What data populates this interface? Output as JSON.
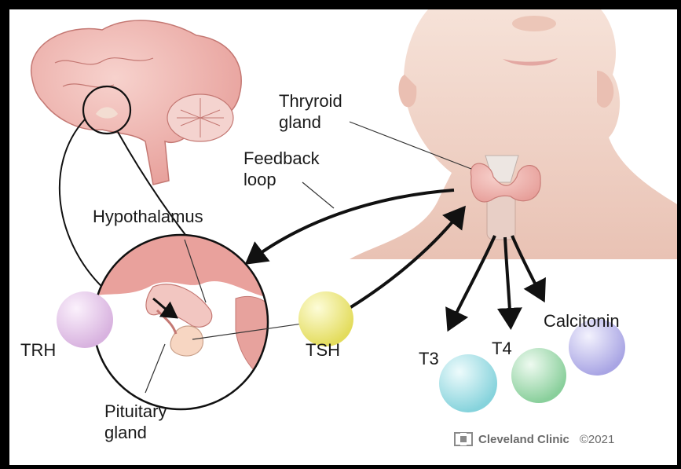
{
  "labels": {
    "thyroid": [
      "Thryroid",
      "gland"
    ],
    "feedback": [
      "Feedback",
      "loop"
    ],
    "hypothalamus": "Hypothalamus",
    "trh": "TRH",
    "tsh": "TSH",
    "pituitary": [
      "Pituitary",
      "gland"
    ],
    "t3": "T3",
    "t4": "T4",
    "calcitonin": "Calcitonin"
  },
  "credit": {
    "brand": "Cleveland Clinic",
    "year": "©2021"
  },
  "colors": {
    "trh": "#e3c4e8",
    "tsh": "#f2ee8a",
    "t3": "#a8e2e8",
    "t4": "#a9dcb4",
    "calcitonin": "#c6c3ef",
    "tissue": "#f0b9b4",
    "skin": "#f3d6c8"
  }
}
